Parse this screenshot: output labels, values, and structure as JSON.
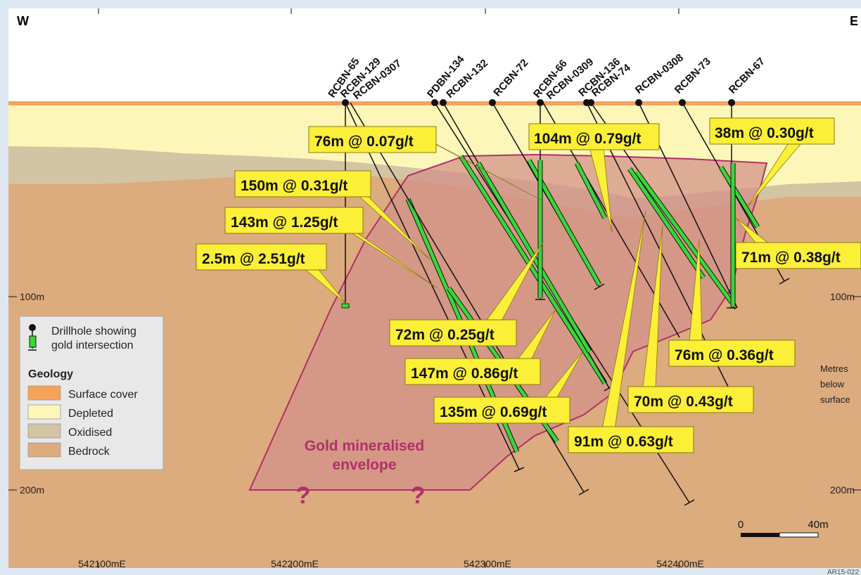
{
  "compass": {
    "west": "W",
    "east": "E"
  },
  "colors": {
    "surface_cover": "#f6a35a",
    "depleted": "#fdf6b9",
    "oxidised": "#d3c4a4",
    "bedrock": "#dcab7e",
    "envelope_fill": "#d3928a",
    "envelope_stroke": "#b0306a",
    "gold_intersection": "#3ad63a",
    "label_fill": "#fbef38"
  },
  "drillholes": [
    {
      "name": "RCBN-65"
    },
    {
      "name": "RCBN-129"
    },
    {
      "name": "RCBN-0307"
    },
    {
      "name": "PDBN-134"
    },
    {
      "name": "RCBN-132"
    },
    {
      "name": "RCBN-72"
    },
    {
      "name": "RCBN-66"
    },
    {
      "name": "RCBN-0309"
    },
    {
      "name": "RCBN-136"
    },
    {
      "name": "RCBN-74"
    },
    {
      "name": "RCBN-0308"
    },
    {
      "name": "RCBN-73"
    },
    {
      "name": "RCBN-67"
    }
  ],
  "intersections": [
    {
      "text": "76m @ 0.07g/t"
    },
    {
      "text": "104m @ 0.79g/t"
    },
    {
      "text": "38m @ 0.30g/t"
    },
    {
      "text": "150m @ 0.31g/t"
    },
    {
      "text": "143m @ 1.25g/t"
    },
    {
      "text": "2.5m @ 2.51g/t"
    },
    {
      "text": "71m @ 0.38g/t"
    },
    {
      "text": "72m @ 0.25g/t"
    },
    {
      "text": "147m @ 0.86g/t"
    },
    {
      "text": "135m @ 0.69g/t"
    },
    {
      "text": "76m @ 0.36g/t"
    },
    {
      "text": "70m @ 0.43g/t"
    },
    {
      "text": "91m @ 0.63g/t"
    }
  ],
  "envelope": {
    "line1": "Gold mineralised",
    "line2": "envelope",
    "unknown_mark": "?"
  },
  "depth_axis": {
    "labels": [
      {
        "text": "100m"
      },
      {
        "text": "200m"
      }
    ],
    "caption": [
      "Metres",
      "below",
      "surface"
    ]
  },
  "easting_axis": {
    "labels": [
      {
        "text": "542100mE"
      },
      {
        "text": "542200mE"
      },
      {
        "text": "542300mE"
      },
      {
        "text": "542400mE"
      }
    ]
  },
  "scale_bar": {
    "zero": "0",
    "end": "40m"
  },
  "legend": {
    "drillhole_line1": "Drillhole showing",
    "drillhole_line2": "gold intersection",
    "geology_title": "Geology",
    "items": [
      {
        "label": "Surface cover",
        "key": "surface_cover"
      },
      {
        "label": "Depleted",
        "key": "depleted"
      },
      {
        "label": "Oxidised",
        "key": "oxidised"
      },
      {
        "label": "Bedrock",
        "key": "bedrock"
      }
    ]
  },
  "reference_code": "AR15-022"
}
